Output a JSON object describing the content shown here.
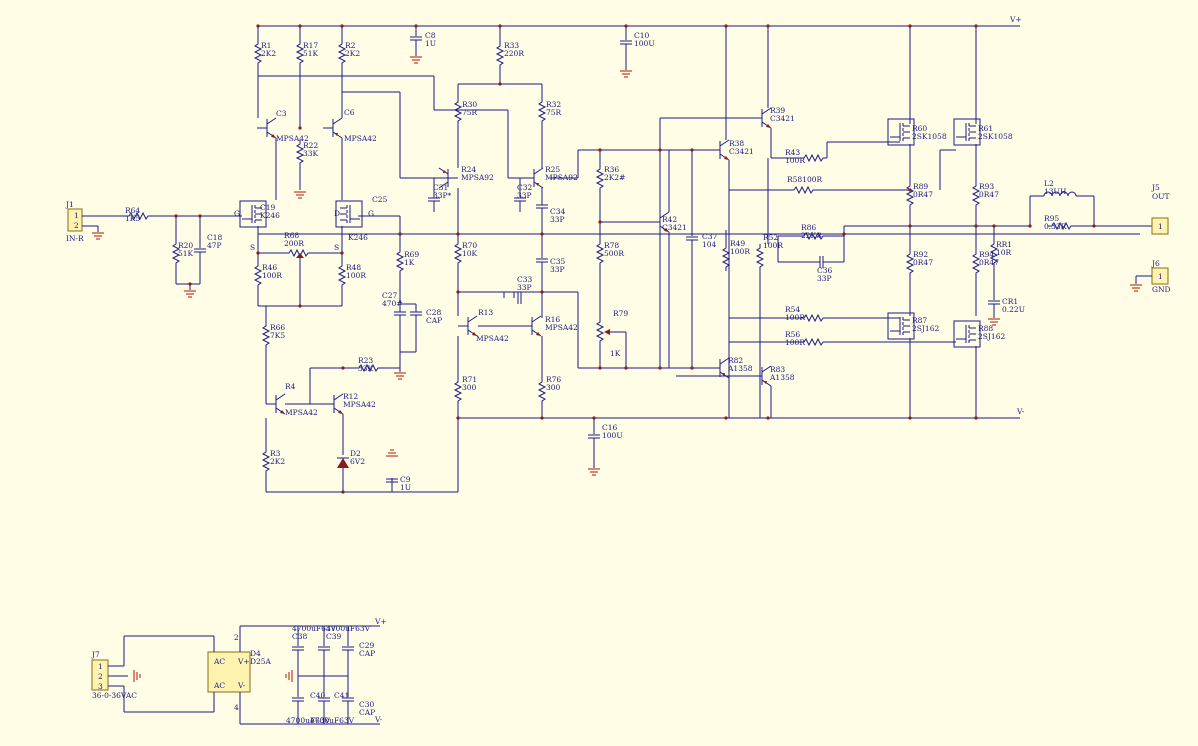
{
  "rails": {
    "vplus": "V+",
    "vminus": "V-"
  },
  "connectors": {
    "j1": {
      "ref": "J1",
      "name": "IN-R",
      "pins": [
        "1",
        "2"
      ]
    },
    "j5": {
      "ref": "J5",
      "name": "OUT",
      "pins": [
        "1"
      ]
    },
    "j6": {
      "ref": "J6",
      "name": "GND",
      "pins": [
        "1"
      ]
    },
    "j7": {
      "ref": "J7",
      "name": "36-0-36VAC",
      "pins": [
        "1",
        "2",
        "3"
      ]
    }
  },
  "labels": [
    {
      "id": "r1",
      "t": [
        "R1",
        "2K2"
      ]
    },
    {
      "id": "r17",
      "t": [
        "R17",
        "51K"
      ]
    },
    {
      "id": "r2",
      "t": [
        "R2",
        "2K2"
      ]
    },
    {
      "id": "c8",
      "t": [
        "C8",
        "1U"
      ]
    },
    {
      "id": "r33",
      "t": [
        "R33",
        "220R"
      ]
    },
    {
      "id": "c10",
      "t": [
        "C10",
        "100U"
      ]
    },
    {
      "id": "c3",
      "t": [
        "C3"
      ]
    },
    {
      "id": "c6",
      "t": [
        "C6"
      ]
    },
    {
      "id": "mpsa42a",
      "t": [
        "MPSA42"
      ]
    },
    {
      "id": "mpsa42b",
      "t": [
        "MPSA42"
      ]
    },
    {
      "id": "r22",
      "t": [
        "R22",
        "33K"
      ]
    },
    {
      "id": "r30",
      "t": [
        "R30",
        "75R"
      ]
    },
    {
      "id": "r32",
      "t": [
        "R32",
        "75R"
      ]
    },
    {
      "id": "r24",
      "t": [
        "R24",
        "MPSA92"
      ]
    },
    {
      "id": "r25",
      "t": [
        "R25",
        "MPSA92"
      ]
    },
    {
      "id": "c31",
      "t": [
        "C31",
        "33P*"
      ]
    },
    {
      "id": "c32",
      "t": [
        "C32",
        "33P"
      ]
    },
    {
      "id": "c34",
      "t": [
        "C34",
        "33P"
      ]
    },
    {
      "id": "r64",
      "t": [
        "R64",
        "1K5"
      ]
    },
    {
      "id": "g1",
      "t": [
        "G"
      ]
    },
    {
      "id": "c19",
      "t": [
        "C19",
        "K246"
      ]
    },
    {
      "id": "c18",
      "t": [
        "C18",
        "47P"
      ]
    },
    {
      "id": "r20",
      "t": [
        "R20",
        "51K"
      ]
    },
    {
      "id": "c25",
      "t": [
        "C25"
      ]
    },
    {
      "id": "d1",
      "t": [
        "D"
      ]
    },
    {
      "id": "g2",
      "t": [
        "G"
      ]
    },
    {
      "id": "s1",
      "t": [
        "S"
      ]
    },
    {
      "id": "s2",
      "t": [
        "S"
      ]
    },
    {
      "id": "k246",
      "t": [
        "K246"
      ]
    },
    {
      "id": "r68",
      "t": [
        "R68",
        "200R"
      ]
    },
    {
      "id": "r46",
      "t": [
        "R46",
        "100R"
      ]
    },
    {
      "id": "r48",
      "t": [
        "R48",
        "100R"
      ]
    },
    {
      "id": "r69",
      "t": [
        "R69",
        "1K"
      ]
    },
    {
      "id": "c27",
      "t": [
        "C27",
        "470#"
      ]
    },
    {
      "id": "c28",
      "t": [
        "C28",
        "CAP"
      ]
    },
    {
      "id": "r70",
      "t": [
        "R70",
        "10K"
      ]
    },
    {
      "id": "c35",
      "t": [
        "C35",
        "33P"
      ]
    },
    {
      "id": "c33",
      "t": [
        "C33",
        "33P"
      ]
    },
    {
      "id": "r13",
      "t": [
        "R13"
      ]
    },
    {
      "id": "r16",
      "t": [
        "R16",
        "MPSA42"
      ]
    },
    {
      "id": "mpsa42c",
      "t": [
        "MPSA42"
      ]
    },
    {
      "id": "r66",
      "t": [
        "R66",
        "7K5"
      ]
    },
    {
      "id": "r23",
      "t": [
        "R23",
        "33K"
      ]
    },
    {
      "id": "r4",
      "t": [
        "R4"
      ]
    },
    {
      "id": "mpsa42d",
      "t": [
        "MPSA42"
      ]
    },
    {
      "id": "r12",
      "t": [
        "R12",
        "MPSA42"
      ]
    },
    {
      "id": "r71",
      "t": [
        "R71",
        "300"
      ]
    },
    {
      "id": "r76",
      "t": [
        "R76",
        "300"
      ]
    },
    {
      "id": "r3",
      "t": [
        "R3",
        "2K2"
      ]
    },
    {
      "id": "d2",
      "t": [
        "D2",
        "6V2"
      ]
    },
    {
      "id": "c9",
      "t": [
        "C9",
        "1U"
      ]
    },
    {
      "id": "c16",
      "t": [
        "C16",
        "100U"
      ]
    },
    {
      "id": "r36",
      "t": [
        "R36",
        "2K2#"
      ]
    },
    {
      "id": "r42",
      "t": [
        "R42",
        "C3421"
      ]
    },
    {
      "id": "r78",
      "t": [
        "R78",
        "500R"
      ]
    },
    {
      "id": "c37",
      "t": [
        "C37",
        "104"
      ]
    },
    {
      "id": "r79",
      "t": [
        "R79"
      ]
    },
    {
      "id": "k1",
      "t": [
        "1K"
      ]
    },
    {
      "id": "r39",
      "t": [
        "R39",
        "C3421"
      ]
    },
    {
      "id": "r38",
      "t": [
        "R38",
        "C3421"
      ]
    },
    {
      "id": "r43",
      "t": [
        "R43",
        "100R"
      ]
    },
    {
      "id": "r58",
      "t": [
        "R58100R"
      ]
    },
    {
      "id": "r49",
      "t": [
        "R49",
        "100R"
      ]
    },
    {
      "id": "r52",
      "t": [
        "R52",
        "100R"
      ]
    },
    {
      "id": "r86",
      "t": [
        "R86",
        "22K#"
      ]
    },
    {
      "id": "c36",
      "t": [
        "C36",
        "33P"
      ]
    },
    {
      "id": "r54",
      "t": [
        "R54",
        "100R"
      ]
    },
    {
      "id": "r56",
      "t": [
        "R56",
        "100R"
      ]
    },
    {
      "id": "r82",
      "t": [
        "R82",
        "A1358"
      ]
    },
    {
      "id": "r83",
      "t": [
        "R83",
        "A1358"
      ]
    },
    {
      "id": "r60",
      "t": [
        "R60",
        "2SK1058"
      ]
    },
    {
      "id": "r61",
      "t": [
        "R61",
        "2SK1058"
      ]
    },
    {
      "id": "r89",
      "t": [
        "R89",
        "0R47"
      ]
    },
    {
      "id": "r93",
      "t": [
        "R93",
        "0R47"
      ]
    },
    {
      "id": "r92",
      "t": [
        "R92",
        "0R47"
      ]
    },
    {
      "id": "r94",
      "t": [
        "R94",
        "0R47"
      ]
    },
    {
      "id": "r87",
      "t": [
        "R87",
        "2SJ162"
      ]
    },
    {
      "id": "r88",
      "t": [
        "R88",
        "2SJ162"
      ]
    },
    {
      "id": "rr1",
      "t": [
        "RR1",
        "10R"
      ]
    },
    {
      "id": "cr1",
      "t": [
        "CR1",
        "0.22U"
      ]
    },
    {
      "id": "l2",
      "t": [
        "L2",
        "13UH"
      ]
    },
    {
      "id": "r95",
      "t": [
        "R95",
        "0.33R"
      ]
    },
    {
      "id": "d4",
      "t": [
        "D4",
        "D25A"
      ]
    },
    {
      "id": "ac1",
      "t": [
        "AC"
      ]
    },
    {
      "id": "ac2",
      "t": [
        "AC"
      ]
    },
    {
      "id": "vp",
      "t": [
        "V+"
      ]
    },
    {
      "id": "vm",
      "t": [
        "V-"
      ]
    },
    {
      "id": "c38",
      "t": [
        "4700uF63V",
        "C38"
      ]
    },
    {
      "id": "c39",
      "t": [
        "4700uF63V",
        "C39"
      ]
    },
    {
      "id": "c29",
      "t": [
        "C29",
        "CAP"
      ]
    },
    {
      "id": "c40",
      "t": [
        "C40"
      ]
    },
    {
      "id": "c41",
      "t": [
        "C41"
      ]
    },
    {
      "id": "c40v",
      "t": [
        "4700uF63V"
      ]
    },
    {
      "id": "c41v",
      "t": [
        "4700uF63V"
      ]
    },
    {
      "id": "c30",
      "t": [
        "C30",
        "CAP"
      ]
    },
    {
      "id": "psvp",
      "t": [
        "V+"
      ]
    },
    {
      "id": "psvm",
      "t": [
        "V-"
      ]
    },
    {
      "id": "p2",
      "t": [
        "2"
      ]
    },
    {
      "id": "p4",
      "t": [
        "4"
      ]
    }
  ]
}
